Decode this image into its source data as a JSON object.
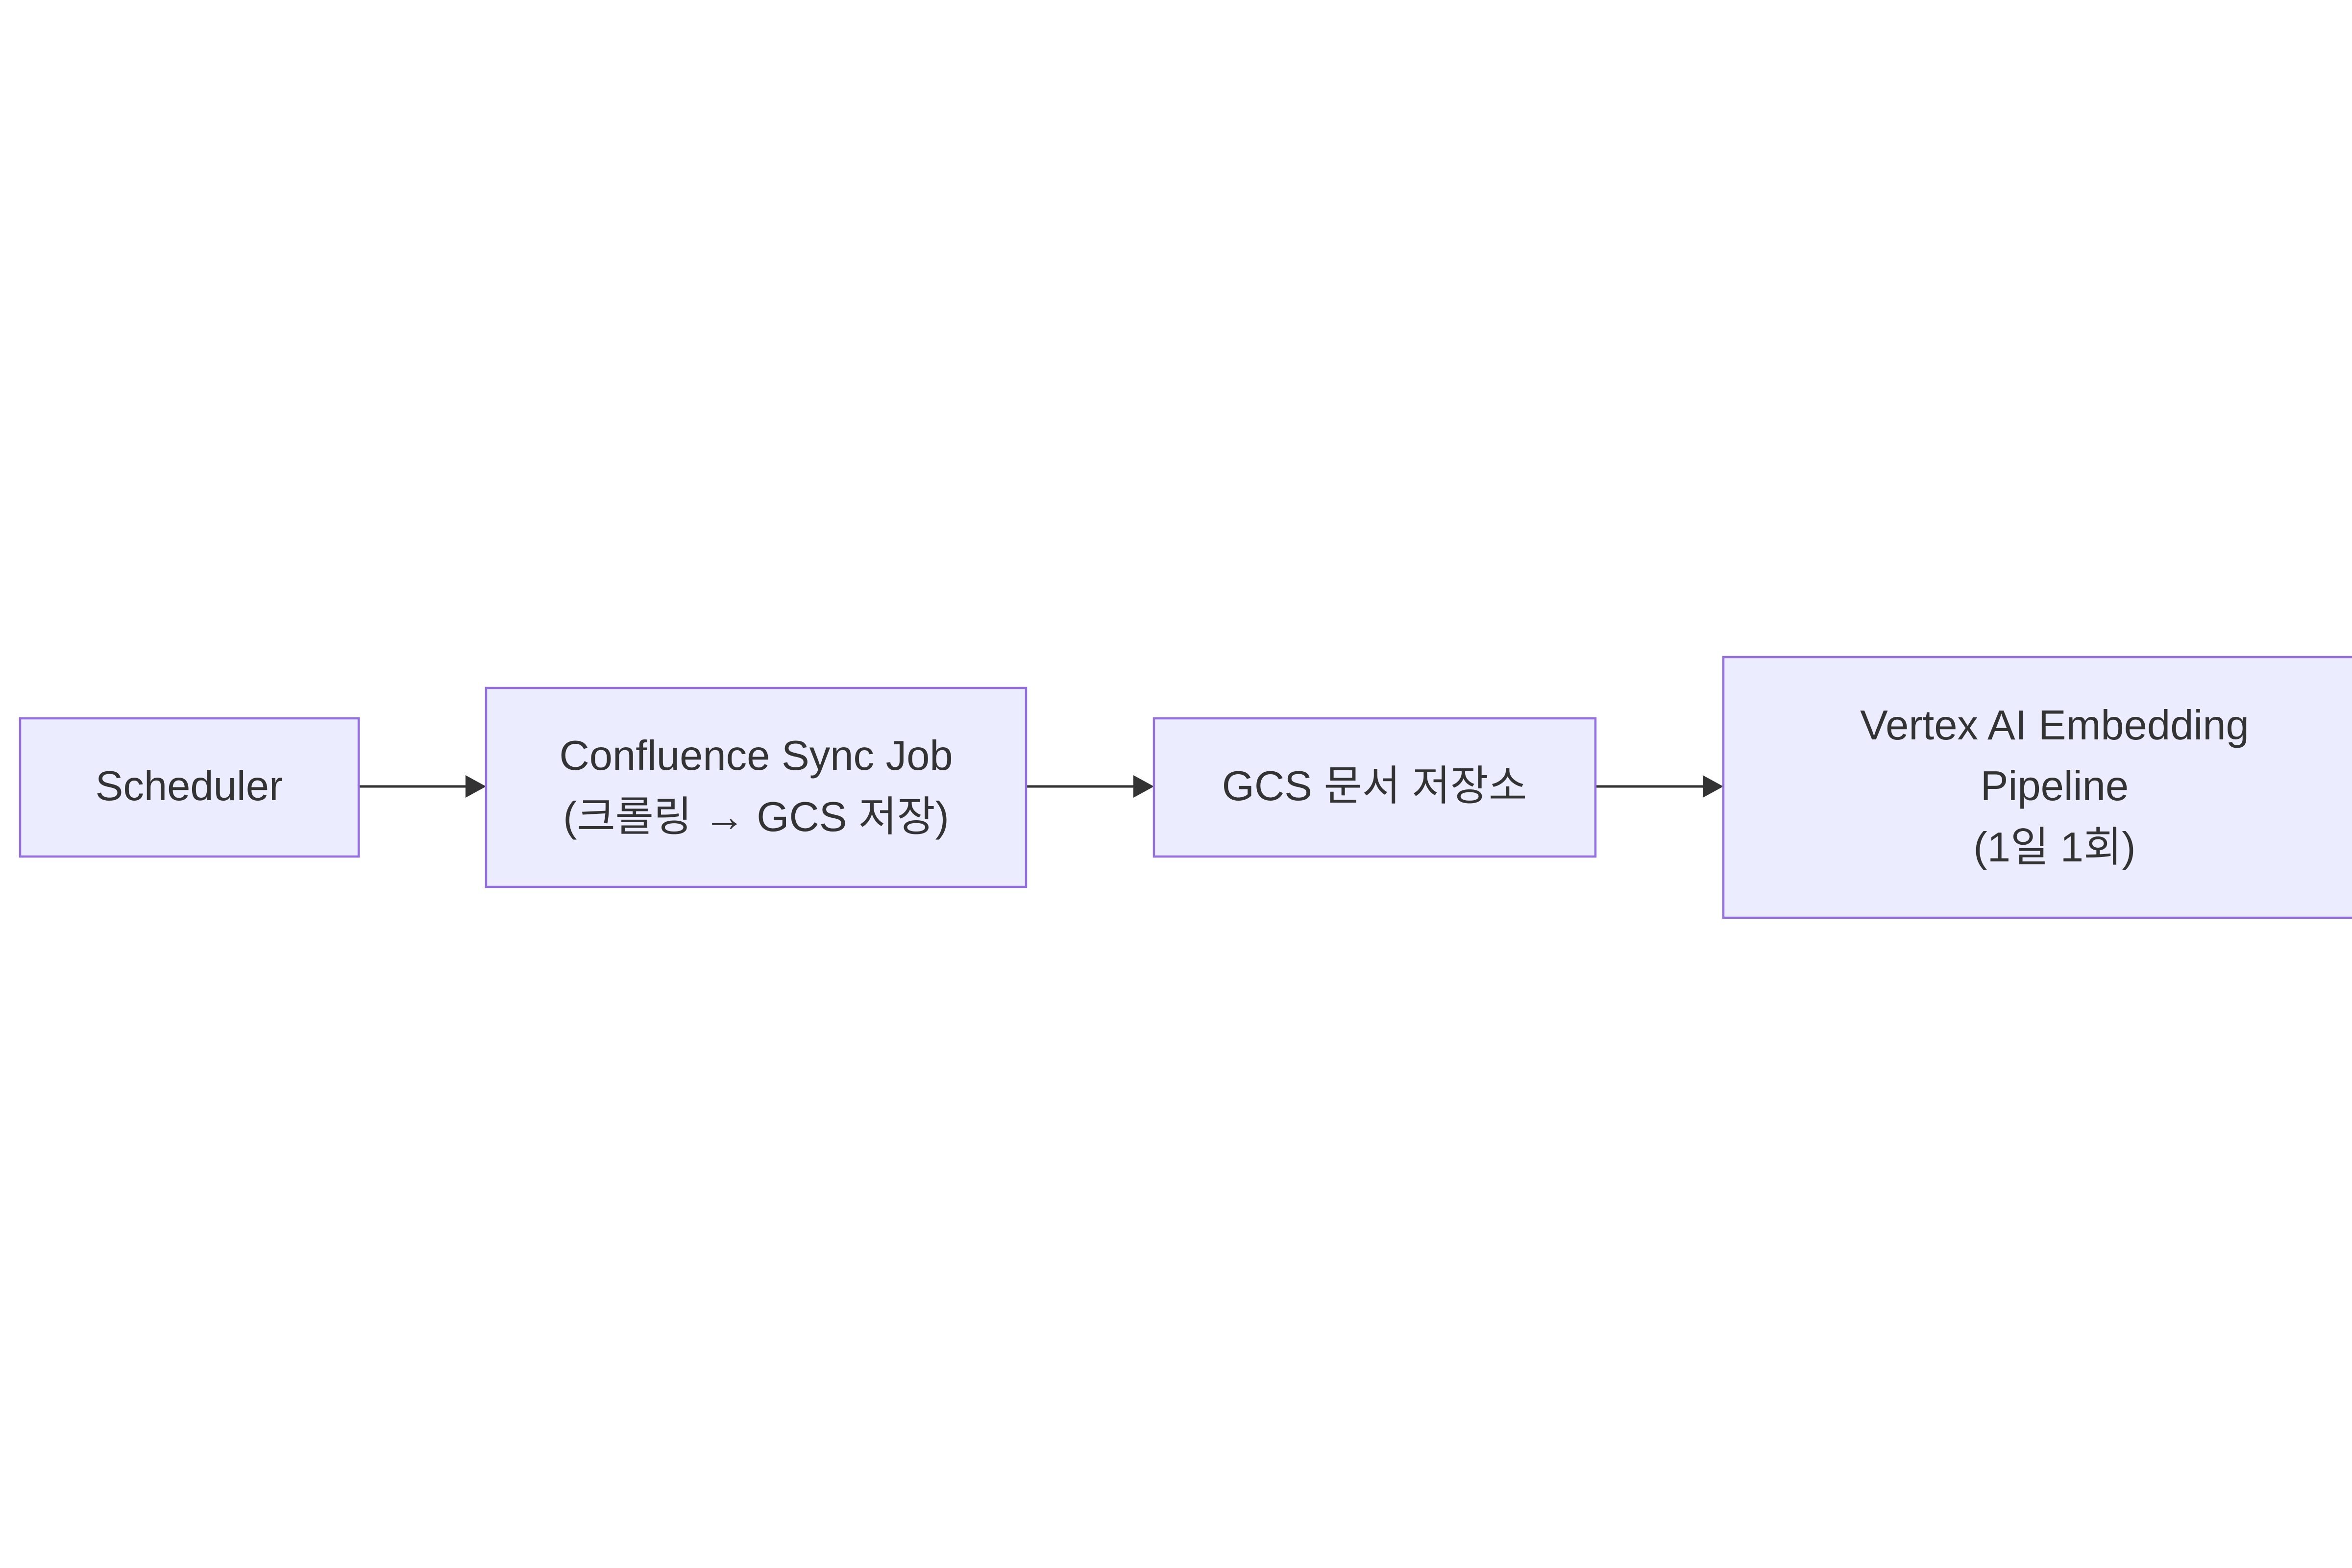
{
  "diagram": {
    "type": "flowchart",
    "direction": "left-to-right",
    "colors": {
      "node_fill": "#ececff",
      "node_border": "#9370db",
      "text": "#333333",
      "edge": "#333333",
      "background": "#ffffff"
    },
    "nodes": [
      {
        "id": "scheduler",
        "lines": [
          "Scheduler"
        ]
      },
      {
        "id": "confluence-sync-job",
        "lines": [
          "Confluence Sync Job",
          "(크롤링 → GCS 저장)"
        ]
      },
      {
        "id": "gcs-storage",
        "lines": [
          "GCS 문서 저장소"
        ]
      },
      {
        "id": "vertex-pipeline",
        "lines": [
          "Vertex AI Embedding",
          "Pipeline",
          "(1일 1회)"
        ]
      }
    ],
    "edges": [
      {
        "from": "scheduler",
        "to": "confluence-sync-job"
      },
      {
        "from": "confluence-sync-job",
        "to": "gcs-storage"
      },
      {
        "from": "gcs-storage",
        "to": "vertex-pipeline"
      }
    ]
  }
}
